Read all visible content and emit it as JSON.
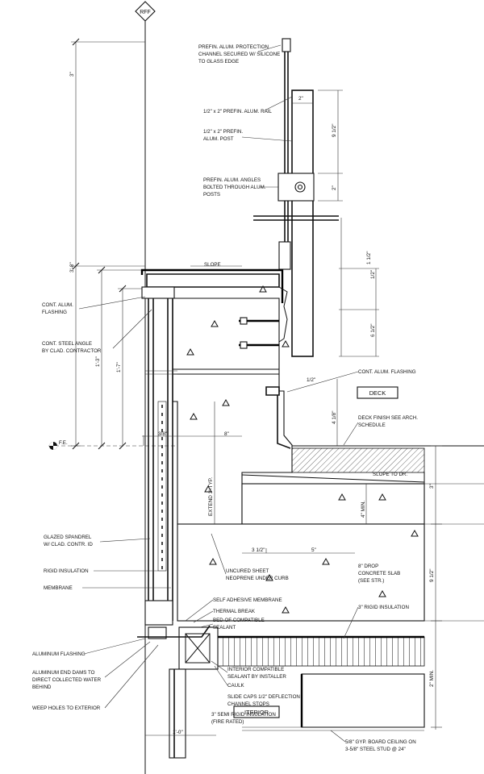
{
  "level_tags": {
    "top": "RFF",
    "side": "F.E."
  },
  "boxes": {
    "deck": "DECK",
    "interior": "ITERIOR"
  },
  "notes": {
    "glass_edge": [
      "PREFIN. ALUM. PROTECTION",
      "CHANNEL SECURED W/ SILICONE",
      "TO GLASS EDGE"
    ],
    "alum_rail": [
      "1/2\" x 2\" PREFIN. ALUM. RAIL"
    ],
    "alum_post": [
      "1/2\" x 2\" PREFIN.",
      "ALUM. POST"
    ],
    "angles": [
      "PREFIN. ALUM. ANGLES",
      "BOLTED THROUGH ALUM.",
      "POSTS"
    ],
    "slope": "SLOPE",
    "flashing_left": [
      "CONT. ALUM.",
      "FLASHING"
    ],
    "steel_angle": [
      "CONT. STEEL ANGLE",
      "BY CLAD. CONTRACTOR"
    ],
    "flashing_right": "CONT. ALUM. FLASHING",
    "deck_finish": [
      "DECK FINISH SEE ARCH.",
      "SCHEDULE"
    ],
    "slope_right": "SLOPE TO DR.",
    "spandrel": [
      "GLAZED SPANDREL",
      "W/ CLAD. CONTR. ID"
    ],
    "rigid": "RIGID INSULATION",
    "membrane_left": "MEMBRANE",
    "sheet": [
      "UNCURED SHEET",
      "NEOPRENE UNDER CURB"
    ],
    "drop_slab": [
      "8\" DROP",
      "CONCRETE SLAB",
      "(SEE STR.)"
    ],
    "rigid_right": "3\" RIGID INSULATION",
    "self_adhesive": "SELF ADHESIVE MEMBRANE",
    "thermal_break": "THERMAL BREAK",
    "bed": [
      "BED OF COMPATIBLE",
      "SEALANT"
    ],
    "alum_flashing": "ALUMINUM FLASHING",
    "alum_end_dam": [
      "ALUMINUM END DAMS TO",
      "DIRECT COLLECTED WATER",
      "BEHIND"
    ],
    "weep": "WEEP HOLES TO EXTERIOR",
    "sealant_installer": [
      "INTERIOR COMPATIBLE",
      "SEALANT BY INSTALLER"
    ],
    "caulk": "CAULK",
    "deflection": [
      "SLIDE CAPS 1/2\" DEFLECTION",
      "CHANNEL STOPS"
    ],
    "semi_rigid": [
      "3\" SEMI RIGID INSULATION",
      "(FIRE RATED)"
    ],
    "gyp_ceiling": [
      "5/8\" GYP. BOARD CEILING ON",
      "3-5/8\" STEEL STUD @ 24\""
    ]
  },
  "dims": {
    "top_left": "3\"",
    "rail_w": "2\"",
    "post_h": "9 1/2\"",
    "angle": "2\"",
    "coping": "1/2\"",
    "coping_h": "6 1/2\"",
    "left_big": "3'-8\"",
    "left_mid": "1'-3\"",
    "left_small": "1'-7\"",
    "vert_right": "4 1/8\"",
    "curb_label": "EXTEND 3'-TYP.",
    "one_half": "1/2\"",
    "left_sill": "3/8\"",
    "mid_slab": "8\"",
    "right_col": "4\" MIN.",
    "bottom_a": "3 1/2\"",
    "bottom_b": "5\"",
    "right_1": "3\"",
    "right_2": "9 1/2\"",
    "right_3": "2\" MIN.",
    "post_top": "1 1/2\"",
    "base_dim": "1'-0\""
  }
}
